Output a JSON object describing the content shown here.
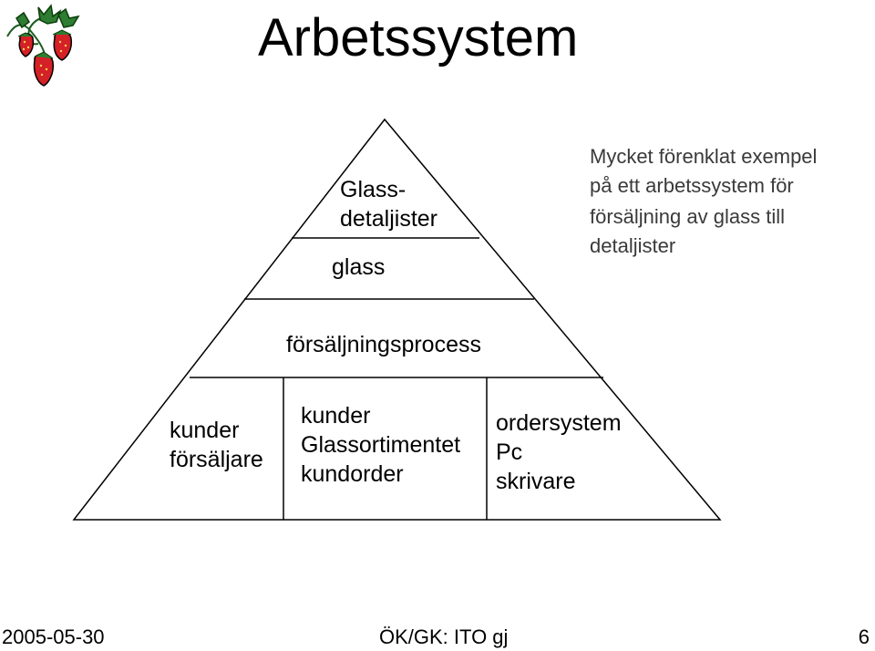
{
  "slide": {
    "title": "Arbetssystem",
    "logo_icon": "strawberry-plant-icon"
  },
  "pyramid": {
    "tier_top": {
      "participants": [
        "Glass-",
        "detaljister"
      ],
      "information": "glass"
    },
    "tier_middle": {
      "process": "försäljningsprocess"
    },
    "tier_bottom": {
      "participants": [
        "kunder",
        "försäljare"
      ],
      "information": [
        "kunder",
        "Glassortimentet",
        "kundorder"
      ],
      "technology": [
        "ordersystem",
        "Pc",
        "skrivare"
      ]
    }
  },
  "note": {
    "lines": [
      "Mycket förenklat exempel",
      "på ett arbetssystem för",
      "försäljning av glass till",
      "detaljister"
    ]
  },
  "footer": {
    "date": "2005-05-30",
    "author": "ÖK/GK: ITO gj",
    "page_number": "6"
  },
  "colors": {
    "strawberry": "#d42027",
    "leaf": "#2e7d32",
    "note_text": "#3a3a3a"
  }
}
